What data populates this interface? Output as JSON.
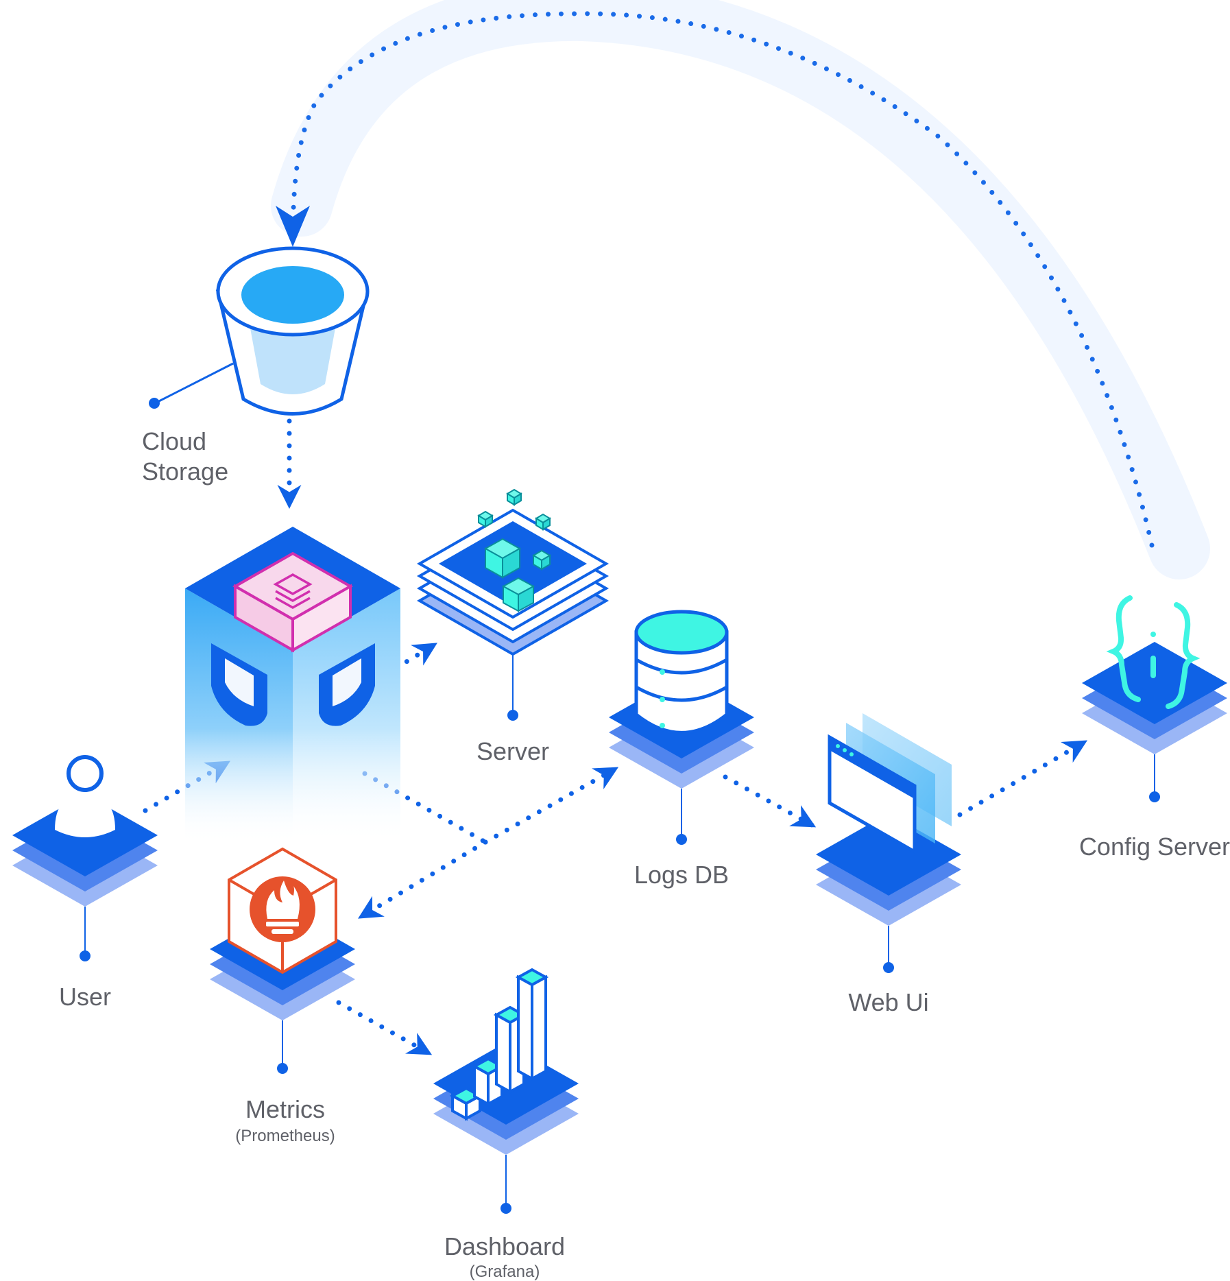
{
  "colors": {
    "primary": "#0f62e6",
    "layer_mid": "#4f84ee",
    "layer_light": "#9ab6f6",
    "cyan": "#3ff5e3",
    "sky": "#46b4f6",
    "prometheus": "#e6522c",
    "pink": "#f6cbe6",
    "magenta": "#d12fae",
    "label": "#5f6168"
  },
  "nodes": {
    "cloud_storage": {
      "label_line1": "Cloud",
      "label_line2": "Storage",
      "icon": "bucket-icon"
    },
    "core": {
      "icon": "shield-rhino-icon"
    },
    "server": {
      "label": "Server",
      "icon": "cubes-stack-icon"
    },
    "logs_db": {
      "label": "Logs DB",
      "icon": "database-icon"
    },
    "web_ui": {
      "label": "Web Ui",
      "icon": "browser-window-icon"
    },
    "config_server": {
      "label": "Config Server",
      "icon": "curly-braces-icon"
    },
    "user": {
      "label": "User",
      "icon": "user-icon"
    },
    "metrics": {
      "label": "Metrics",
      "sublabel": "(Prometheus)",
      "icon": "prometheus-torch-icon"
    },
    "dashboard": {
      "label": "Dashboard",
      "sublabel": "(Grafana)",
      "icon": "bar-chart-icon"
    }
  },
  "edges": [
    {
      "from": "config_server",
      "to": "cloud_storage"
    },
    {
      "from": "cloud_storage",
      "to": "core"
    },
    {
      "from": "core",
      "to": "server"
    },
    {
      "from": "user",
      "to": "core"
    },
    {
      "from": "core",
      "to": "logs_db"
    },
    {
      "from": "core",
      "to": "metrics"
    },
    {
      "from": "logs_db",
      "to": "web_ui"
    },
    {
      "from": "web_ui",
      "to": "config_server"
    },
    {
      "from": "metrics",
      "to": "dashboard"
    }
  ]
}
